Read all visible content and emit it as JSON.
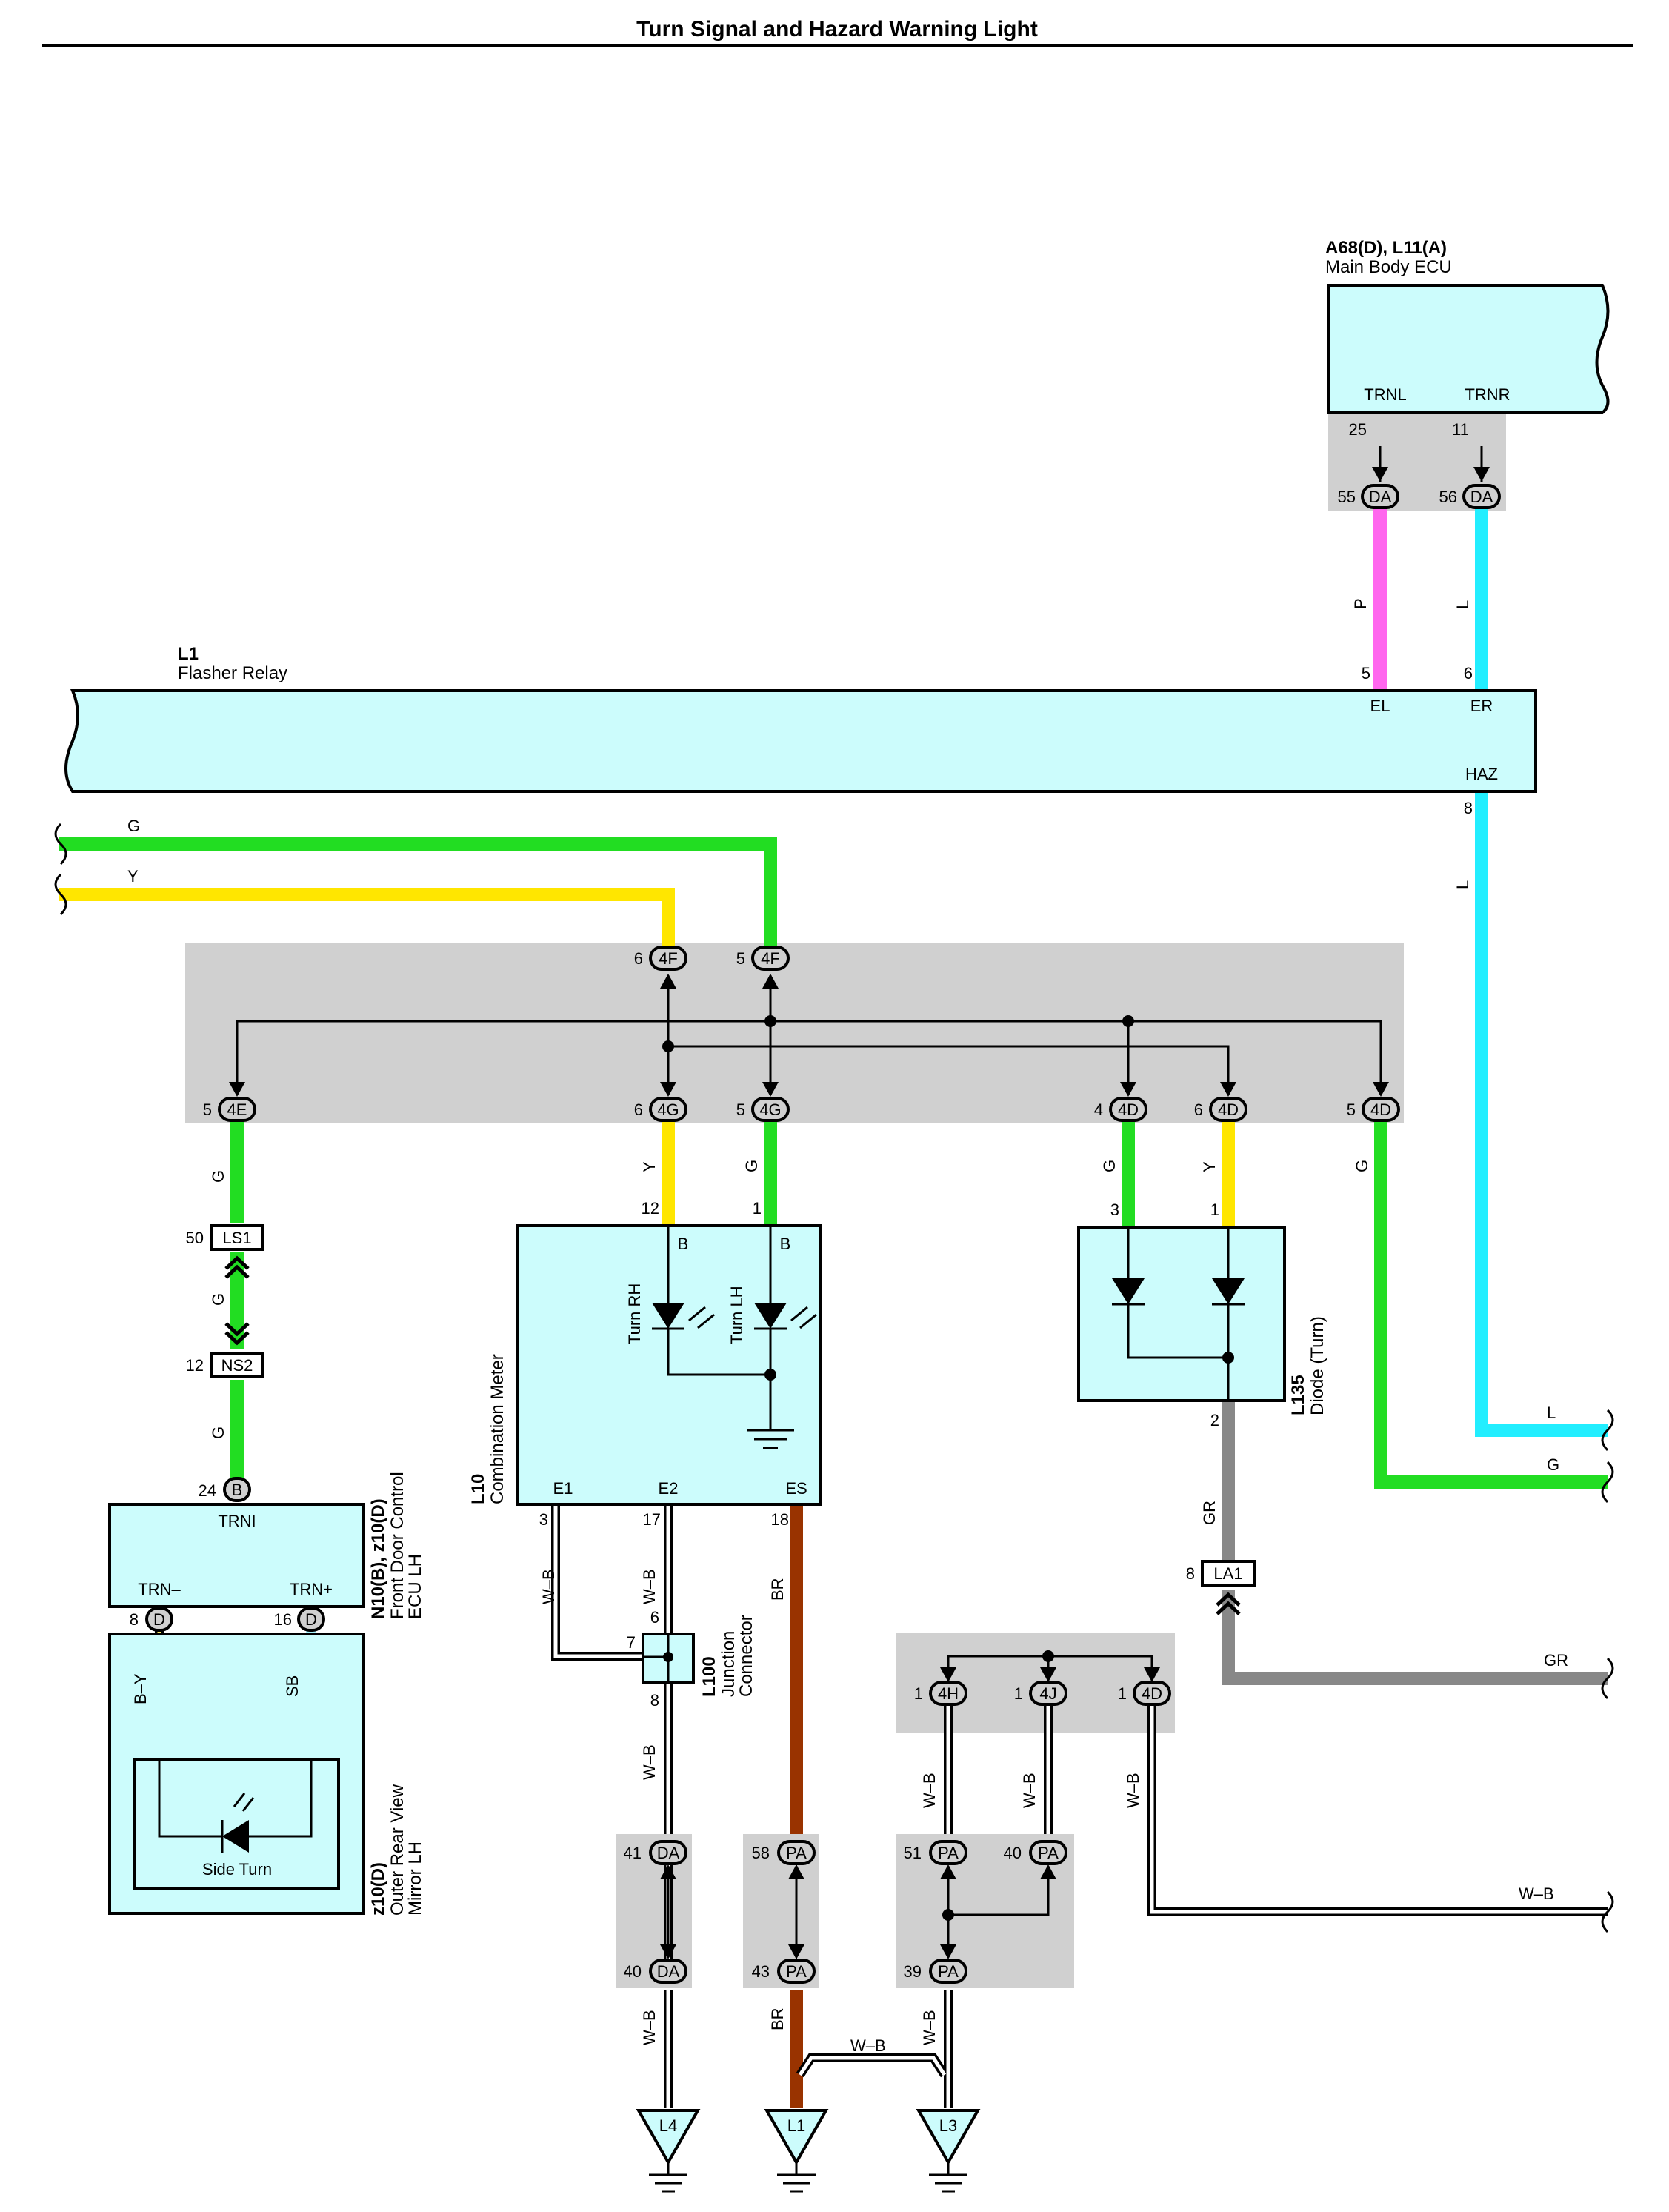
{
  "title": "Turn Signal and Hazard Warning Light",
  "wire_colors": {
    "G": "#22dd22",
    "Y": "#ffe600",
    "P": "#ff66ee",
    "L": "#22eeff",
    "GR": "#888888",
    "BR": "#993300",
    "SB": "#a8f4ff",
    "BY_Y": "#ffee66"
  },
  "component_fill": "#ccfcfc",
  "shade_fill": "#d0d0d0",
  "components": {
    "ecu": {
      "code": "A68(D), L11(A)",
      "name": "Main Body ECU",
      "pin_trnl": "TRNL",
      "pin_trnr": "TRNR",
      "t25": "25",
      "t11": "11",
      "c55": "55",
      "c56": "56",
      "conn": "DA"
    },
    "relay": {
      "code": "L1",
      "name": "Flasher Relay",
      "pin_el": "EL",
      "pin_er": "ER",
      "pin_haz": "HAZ",
      "t5": "5",
      "t6": "6",
      "t8": "8"
    },
    "meter": {
      "code": "L10",
      "name": "Combination Meter",
      "b1": "B",
      "b2": "B",
      "turn_rh": "Turn RH",
      "turn_lh": "Turn LH",
      "e1": "E1",
      "e2": "E2",
      "es": "ES",
      "t12": "12",
      "t1": "1",
      "t3": "3",
      "t17": "17",
      "t18": "18"
    },
    "diode": {
      "code": "L135",
      "name": "Diode (Turn)",
      "t3": "3",
      "t1": "1",
      "t2": "2"
    },
    "door_ecu": {
      "code": "N10(B), z10(D)",
      "name1": "Front Door Control",
      "name2": "ECU LH",
      "trni": "TRNI",
      "trn_minus": "TRN–",
      "trn_plus": "TRN+",
      "t24": "24",
      "t8": "8",
      "t16": "16",
      "c_b": "B",
      "c_d": "D"
    },
    "mirror": {
      "code": "z10(D)",
      "name1": "Outer Rear View",
      "name2": "Mirror LH",
      "side_turn": "Side Turn"
    },
    "junction": {
      "code": "L100",
      "name1": "Junction",
      "name2": "Connector",
      "t6": "6",
      "t7": "7",
      "t8": "8"
    }
  },
  "connectors": {
    "c4f_6": {
      "pin": "6",
      "code": "4F"
    },
    "c4f_5": {
      "pin": "5",
      "code": "4F"
    },
    "c4e_5": {
      "pin": "5",
      "code": "4E"
    },
    "c4g_6": {
      "pin": "6",
      "code": "4G"
    },
    "c4g_5": {
      "pin": "5",
      "code": "4G"
    },
    "c4d_4": {
      "pin": "4",
      "code": "4D"
    },
    "c4d_6": {
      "pin": "6",
      "code": "4D"
    },
    "c4d_5": {
      "pin": "5",
      "code": "4D"
    },
    "ls1": {
      "pin": "50",
      "code": "LS1"
    },
    "ns2": {
      "pin": "12",
      "code": "NS2"
    },
    "la1": {
      "pin": "8",
      "code": "LA1"
    },
    "c4h_1": {
      "pin": "1",
      "code": "4H"
    },
    "c4j_1": {
      "pin": "1",
      "code": "4J"
    },
    "c4d_1": {
      "pin": "1",
      "code": "4D"
    },
    "da41": {
      "pin": "41",
      "code": "DA"
    },
    "da40": {
      "pin": "40",
      "code": "DA"
    },
    "pa58": {
      "pin": "58",
      "code": "PA"
    },
    "pa43": {
      "pin": "43",
      "code": "PA"
    },
    "pa51": {
      "pin": "51",
      "code": "PA"
    },
    "pa40": {
      "pin": "40",
      "code": "PA"
    },
    "pa39": {
      "pin": "39",
      "code": "PA"
    }
  },
  "grounds": {
    "l4": "L4",
    "l1": "L1",
    "l3": "L3"
  },
  "wire_labels": {
    "p": "P",
    "l": "L",
    "g": "G",
    "y": "Y",
    "gr": "GR",
    "br": "BR",
    "wb": "W–B",
    "sb": "SB",
    "by": "B–Y"
  }
}
